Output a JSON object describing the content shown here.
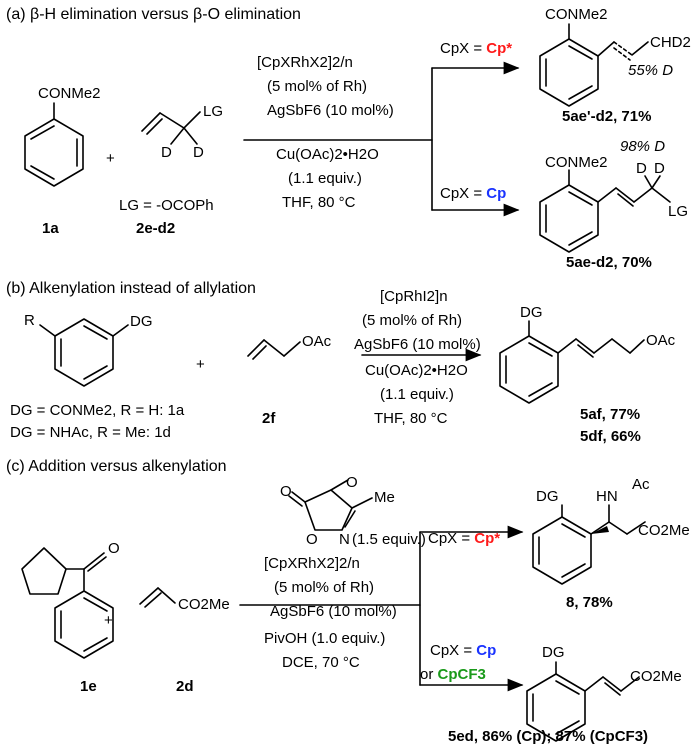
{
  "sections": {
    "a": "(a) β-H elimination versus β-O elimination",
    "b": "(b) Alkenylation instead of allylation",
    "c": "(c) Addition versus alkenylation"
  },
  "a": {
    "r1_substituent": "CONMe2",
    "plus": "+",
    "lg_label": "LG",
    "d1": "D",
    "d2": "D",
    "lg_def": "LG = -OCOPh",
    "label_1a": "1a",
    "label_2e": "2e-d2",
    "cond1": "[CpXRhX2]2/n",
    "cond2": "(5 mol% of Rh)",
    "cond3": "AgSbF6 (10 mol%)",
    "cond4": "Cu(OAc)2•H2O",
    "cond5": "(1.1 equiv.)",
    "cond6": "THF, 80 °C",
    "cpx_top": "CpX =",
    "cpx_top_val": "Cp*",
    "cpx_bot": "CpX =",
    "cpx_bot_val": "Cp",
    "p1_sub": "CONMe2",
    "p1_chd2": "CHD2",
    "p1_pct_d": "55% D",
    "p1_label": "5ae'-d2, 71%",
    "p2_pct_d": "98% D",
    "p2_sub": "CONMe2",
    "p2_d1": "D",
    "p2_d2": "D",
    "p2_lg": "LG",
    "p2_label": "5ae-d2, 70%"
  },
  "b": {
    "r": "R",
    "dg": "DG",
    "plus": "+",
    "oac": "OAc",
    "def1": "DG = CONMe2, R = H: 1a",
    "def2": "DG = NHAc, R = Me: 1d",
    "label_2f": "2f",
    "cond1": "[CpRhI2]n",
    "cond2": "(5 mol% of Rh)",
    "cond3": "AgSbF6 (10 mol%)",
    "cond4": "Cu(OAc)2•H2O",
    "cond5": "(1.1 equiv.)",
    "cond6": "THF, 80 °C",
    "p_dg": "DG",
    "p_oac": "OAc",
    "p_label1": "5af, 77%",
    "p_label2": "5df, 66%"
  },
  "c": {
    "o": "O",
    "plus": "+",
    "co2me": "CO2Me",
    "label_1e": "1e",
    "label_2d": "2d",
    "reagent_me": "Me",
    "reagent_o1": "O",
    "reagent_o2": "O",
    "reagent_o3": "O",
    "reagent_n": "N",
    "reagent_equiv": "(1.5 equiv.)",
    "cond1": "[CpXRhX2]2/n",
    "cond2": "(5 mol% of Rh)",
    "cond3": "AgSbF6 (10 mol%)",
    "cond4": "PivOH (1.0 equiv.)",
    "cond5": "DCE, 70 °C",
    "cpx_top": "CpX =",
    "cpx_top_val": "Cp*",
    "cpx_bot": "CpX =",
    "cpx_bot_val": "Cp",
    "or": "or",
    "cpcf3": "CpCF3",
    "p1_dg": "DG",
    "p1_hn": "HN",
    "p1_ac": "Ac",
    "p1_co2me": "CO2Me",
    "p1_label": "8, 78%",
    "p2_dg": "DG",
    "p2_co2me": "CO2Me",
    "p2_label": "5ed, 86% (Cp); 87% (CpCF3)"
  },
  "colors": {
    "red": "#ff1a1a",
    "blue": "#1a33ff",
    "green": "#1a9a1a"
  }
}
